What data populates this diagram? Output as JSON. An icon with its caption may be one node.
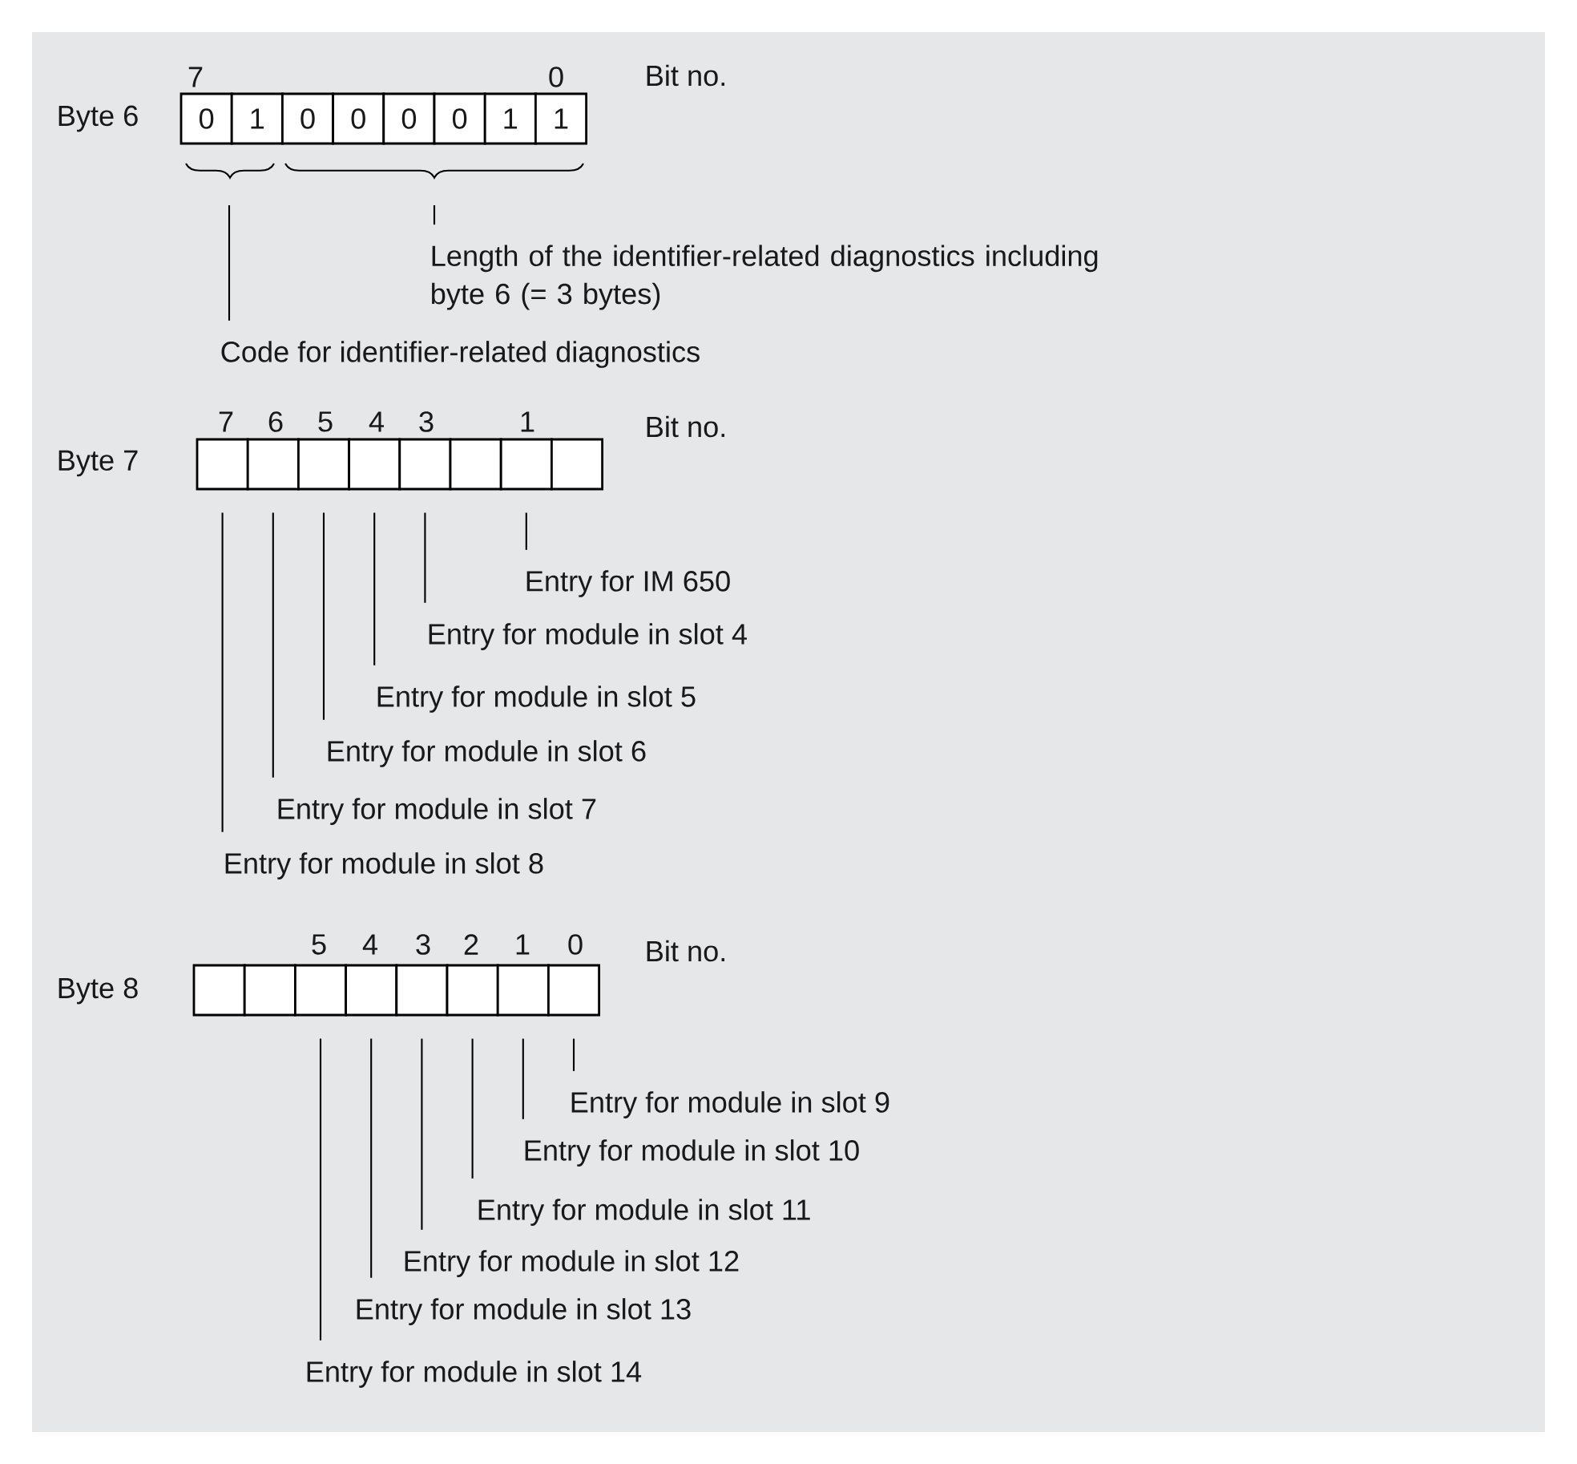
{
  "diagram": {
    "nodes": [
      {
        "text": [
          "0"
        ]
      },
      {
        "text": [
          "1"
        ]
      },
      {
        "text": [
          "0"
        ]
      },
      {
        "text": [
          "0"
        ]
      },
      {
        "text": [
          "0"
        ]
      },
      {
        "text": [
          "0"
        ]
      },
      {
        "text": [
          "1"
        ]
      },
      {
        "text": [
          "1"
        ]
      },
      {
        "text": [
          "Length of the identifier-related diagnostics including byte 6 (= 3 bytes)"
        ]
      },
      {
        "text": [
          "Code for identifier-related diagnostics"
        ]
      },
      {
        "text": [],
        "shape": "box"
      },
      {
        "text": [],
        "shape": "box"
      },
      {
        "text": [],
        "shape": "box"
      },
      {
        "text": [],
        "shape": "box"
      },
      {
        "text": [],
        "shape": "box"
      },
      {
        "text": [],
        "shape": "box"
      },
      {
        "text": [],
        "shape": "box"
      },
      {
        "text": [],
        "shape": "box"
      },
      {
        "text": [
          "Entry for IM 650"
        ]
      },
      {
        "text": [
          "Entry for module in slot 4"
        ]
      },
      {
        "text": [
          "Entry for module in slot 5"
        ]
      },
      {
        "text": [
          "Entry for module in slot 6"
        ]
      },
      {
        "text": [
          "Entry for module in slot 7"
        ]
      },
      {
        "text": [
          "Entry for module in slot 8"
        ]
      },
      {
        "text": [],
        "shape": "box"
      },
      {
        "text": [],
        "shape": "box"
      },
      {
        "text": [],
        "shape": "box"
      },
      {
        "text": [],
        "shape": "box"
      },
      {
        "text": [],
        "shape": "box"
      },
      {
        "text": [],
        "shape": "box"
      },
      {
        "text": [],
        "shape": "box"
      },
      {
        "text": [],
        "shape": "box"
      },
      {
        "text": [
          "Entry for module in slot 9"
        ]
      },
      {
        "text": [
          "Entry for module in slot 10"
        ]
      },
      {
        "text": [
          "Entry for module in slot 11"
        ]
      },
      {
        "text": [
          "Entry for module in slot 12"
        ]
      },
      {
        "text": [
          "Entry for module in slot 13"
        ]
      },
      {
        "text": [
          "Entry for module in slot 14"
        ]
      }
    ],
    "edges": [
      {
        "from": null,
        "to": 8,
        "arrow": "none"
      },
      {
        "from": null,
        "to": 9,
        "arrow": "none"
      },
      {
        "from": 16,
        "to": 18,
        "arrow": "none"
      },
      {
        "from": 14,
        "to": 19,
        "arrow": "none"
      },
      {
        "from": 13,
        "to": 20,
        "arrow": "none"
      },
      {
        "from": 12,
        "to": 21,
        "arrow": "none"
      },
      {
        "from": 11,
        "to": 22,
        "arrow": "none"
      },
      {
        "from": 10,
        "to": 23,
        "arrow": "none"
      },
      {
        "from": 31,
        "to": 32,
        "arrow": "none"
      },
      {
        "from": 30,
        "to": 33,
        "arrow": "none"
      },
      {
        "from": 29,
        "to": 34,
        "arrow": "none"
      },
      {
        "from": 28,
        "to": 35,
        "arrow": "none"
      },
      {
        "from": 27,
        "to": 36,
        "arrow": "none"
      },
      {
        "from": 26,
        "to": 37,
        "arrow": "none"
      }
    ],
    "labels": [
      "Byte 6",
      "7",
      "0",
      "Bit no.",
      "Byte 7",
      "7",
      "6",
      "5",
      "4",
      "3",
      "1",
      "Bit no.",
      "Byte 8",
      "5",
      "4",
      "3",
      "2",
      "1",
      "0",
      "Bit no."
    ]
  }
}
